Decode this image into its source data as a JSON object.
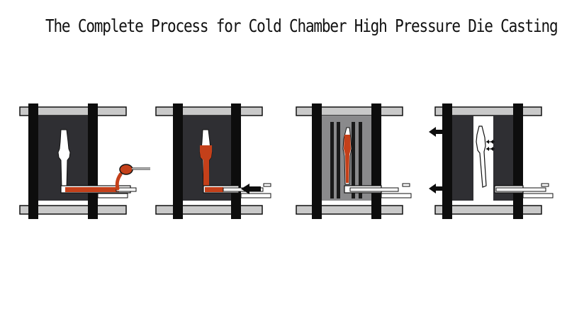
{
  "title": "The Complete Process for Cold Chamber High Pressure Die Casting",
  "colors": {
    "frame": "#0d0d0d",
    "die": "#2f2f33",
    "die_open": "#8a8a8c",
    "platen": "#c9c9c9",
    "metal": "#c4401a",
    "outline": "#111111",
    "cavity": "#ffffff"
  },
  "stages": [
    {
      "name": "ladle-pour",
      "arrow": "none"
    },
    {
      "name": "injection",
      "arrow": "left"
    },
    {
      "name": "cooling",
      "arrow": "none"
    },
    {
      "name": "ejection",
      "arrow": "left"
    }
  ]
}
